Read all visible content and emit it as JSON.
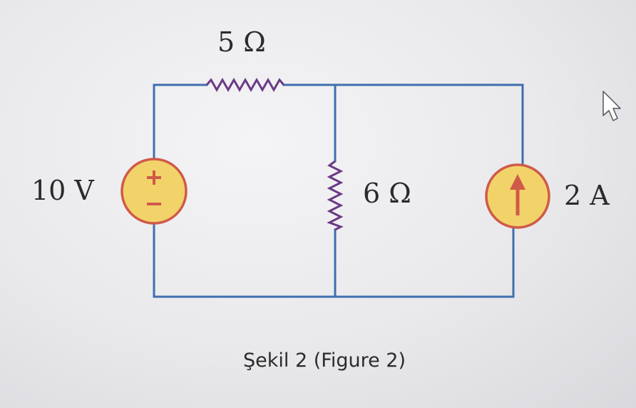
{
  "diagram": {
    "components": {
      "r1": {
        "value": "5 Ω"
      },
      "r2": {
        "value": "6 Ω"
      },
      "voltage_source": {
        "value": "10 V",
        "polarity": "+ top, − bottom"
      },
      "current_source": {
        "value": "2 A",
        "direction": "up"
      }
    },
    "caption": "Şekil 2 (Figure 2)"
  },
  "colors": {
    "wire": "#3f6fae",
    "resistor": "#6a3a86",
    "source_fill": "#f2d36a",
    "source_outline": "#d05a48"
  },
  "icons": {
    "cursor": "mouse-pointer-icon"
  }
}
